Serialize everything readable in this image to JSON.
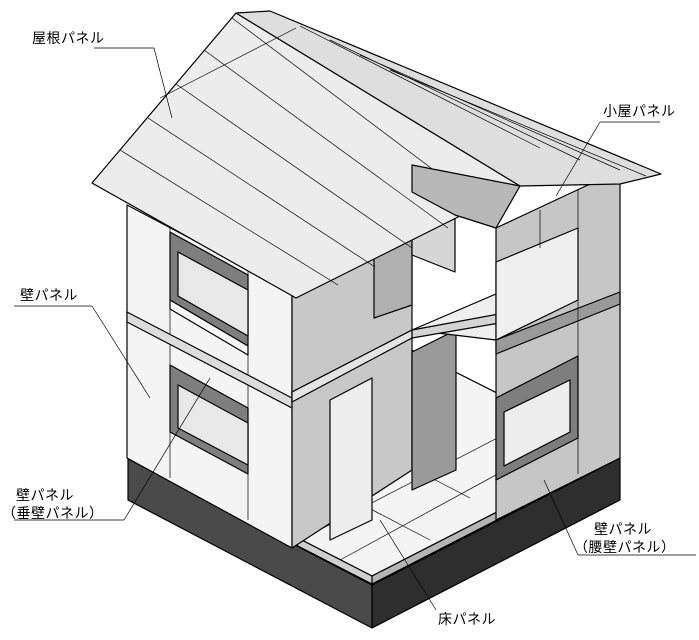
{
  "labels": {
    "roof_panel": "屋根パネル",
    "attic_panel": "小屋パネル",
    "wall_panel": "壁パネル",
    "hanging_wall_panel_line1": "壁パネル",
    "hanging_wall_panel_line2": "（垂壁パネル）",
    "spandrel_wall_panel_line1": "壁パネル",
    "spandrel_wall_panel_line2": "（腰壁パネル）",
    "floor_panel": "床パネル"
  },
  "colors": {
    "line": "#000000",
    "panel_light": "#f2f2f2",
    "panel_mid": "#e2e2e2",
    "panel_dark": "#bcbcbc",
    "panel_shadow": "#8e8e8e",
    "foundation_dark": "#3d3d3d",
    "foundation_mid": "#7a7a7a"
  }
}
